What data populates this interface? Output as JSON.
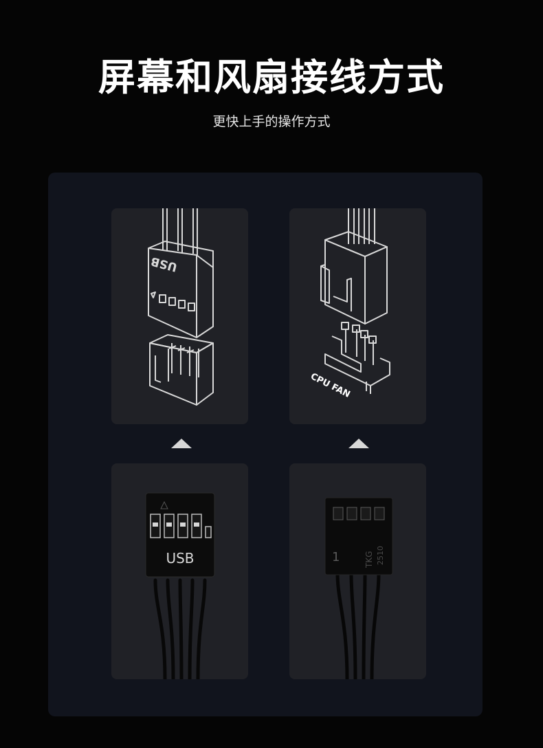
{
  "header": {
    "title": "屏幕和风扇接线方式",
    "subtitle": "更快上手的操作方式"
  },
  "diagrams": {
    "usb_header_label": "USB",
    "cpu_fan_label": "CPU FAN"
  },
  "photos": {
    "usb_plug_label": "USB",
    "fan_plug_pin_marker": "1",
    "fan_plug_brand": "TKG",
    "fan_plug_code": "2510"
  },
  "colors": {
    "background": "#050505",
    "panel": "#11141d",
    "card": "#202126",
    "line_art": "#d9d9d9"
  }
}
